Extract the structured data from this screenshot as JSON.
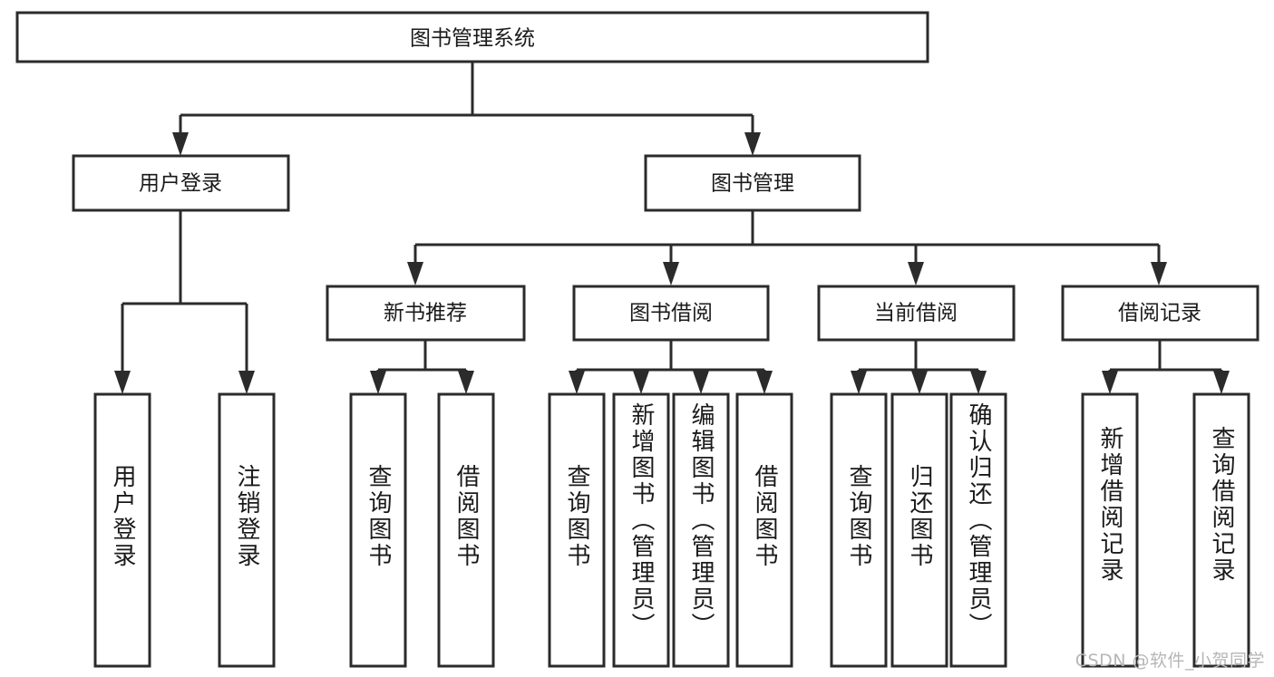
{
  "diagram": {
    "title": "图书管理系统",
    "type": "tree",
    "orientation": "top-down",
    "colors": {
      "stroke": "#2b2b2b",
      "fill": "#ffffff",
      "text": "#1a1a1a",
      "background": "#ffffff",
      "watermark": "#b6b6b6"
    },
    "root": {
      "label": "图书管理系统"
    },
    "level2": [
      {
        "label": "用户登录"
      },
      {
        "label": "图书管理"
      }
    ],
    "level3": [
      {
        "label": "新书推荐"
      },
      {
        "label": "图书借阅"
      },
      {
        "label": "当前借阅"
      },
      {
        "label": "借阅记录"
      }
    ],
    "leaves": {
      "user_login": [
        {
          "label": "用户登录"
        },
        {
          "label": "注销登录"
        }
      ],
      "new_book_recommend": [
        {
          "label": "查询图书"
        },
        {
          "label": "借阅图书"
        }
      ],
      "book_borrow": [
        {
          "label": "查询图书"
        },
        {
          "label": "新增图书（管理员）"
        },
        {
          "label": "编辑图书（管理员）"
        },
        {
          "label": "借阅图书"
        }
      ],
      "current_borrow": [
        {
          "label": "查询图书"
        },
        {
          "label": "归还图书"
        },
        {
          "label": "确认归还（管理员）"
        }
      ],
      "borrow_record": [
        {
          "label": "新增借阅记录"
        },
        {
          "label": "查询借阅记录"
        }
      ]
    }
  },
  "watermark": {
    "text": "CSDN @软件_小贺同学"
  }
}
